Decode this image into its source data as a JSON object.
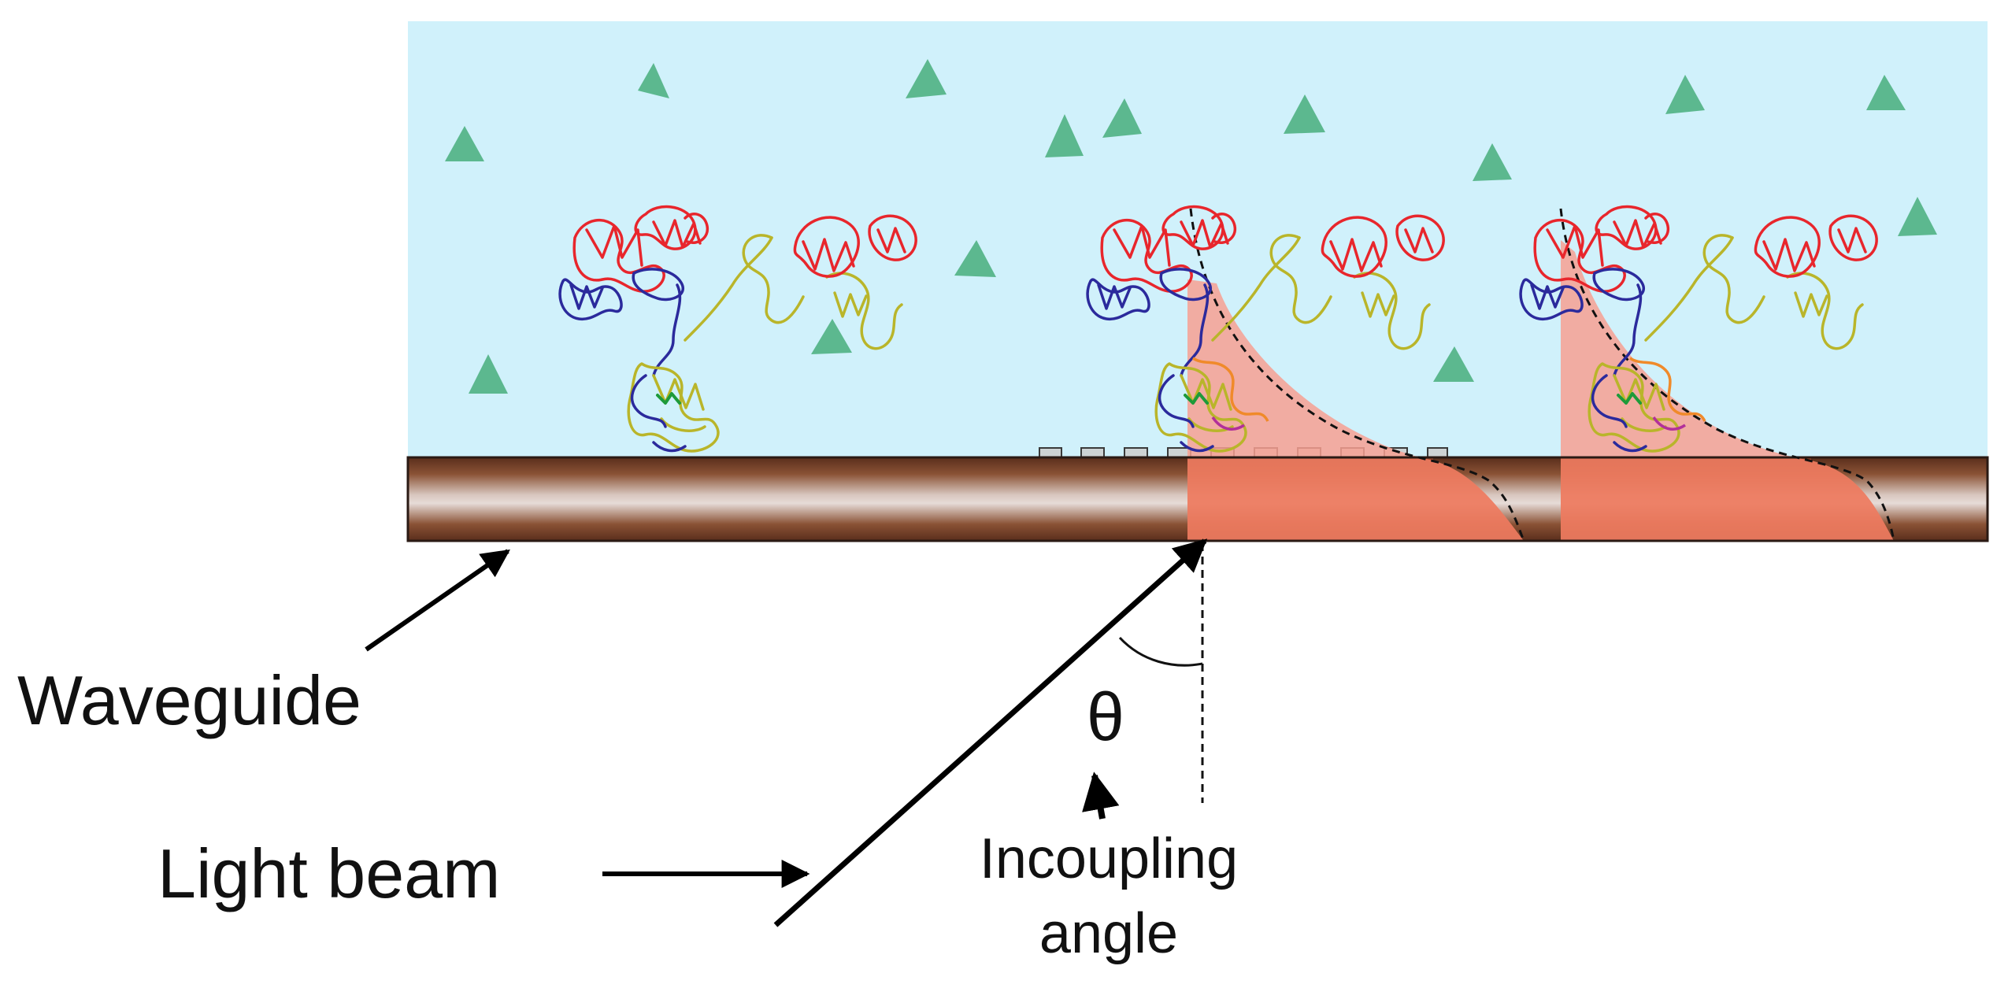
{
  "labels": {
    "waveguide": "Waveguide",
    "light_beam": "Light beam",
    "theta": "θ",
    "incoupling_line1": "Incoupling",
    "incoupling_line2": "angle"
  },
  "colors": {
    "medium": "#d0f1fb",
    "analyte": "#5cb88f",
    "evanescent_field": "#f7a092",
    "waveguide_dark": "#6b3a25",
    "waveguide_light": "#e6dbd7",
    "protein_red": "#e8262c",
    "protein_blue": "#2b2a9c",
    "protein_yellow": "#b9b52a",
    "protein_green": "#1d9a3a",
    "protein_orange": "#f08a2a",
    "protein_magenta": "#b2309a"
  },
  "icons": {
    "analyte": "green-triangle",
    "antibody": "protein-ribbon-antibody"
  }
}
